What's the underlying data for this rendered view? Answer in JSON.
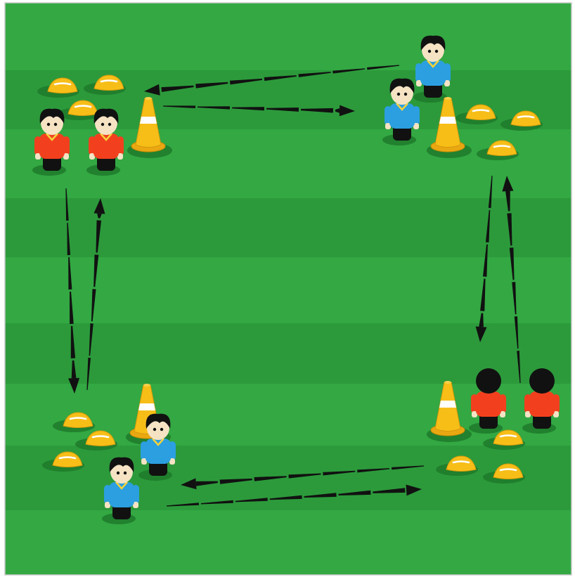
{
  "pitch": {
    "stripe_light": "#33a843",
    "stripe_dark": "#2c9a3b",
    "border": "#c9c9c9"
  },
  "colors": {
    "team_red": "#f2401e",
    "team_blue": "#2b9fe0",
    "cone": "#f7be18",
    "cone_stripe": "#ffffff",
    "arrow": "#111111",
    "hair": "#111111",
    "skin": "#f5e3c4"
  },
  "groups": [
    {
      "name": "top-left",
      "team": "red",
      "players": 2,
      "facing": "front",
      "tall_cones": 1,
      "disc_cones": 3
    },
    {
      "name": "top-right",
      "team": "blue",
      "players": 2,
      "facing": "front",
      "tall_cones": 1,
      "disc_cones": 3
    },
    {
      "name": "bottom-left",
      "team": "blue",
      "players": 2,
      "facing": "front",
      "tall_cones": 1,
      "disc_cones": 3
    },
    {
      "name": "bottom-right",
      "team": "red",
      "players": 2,
      "facing": "back",
      "tall_cones": 1,
      "disc_cones": 3
    }
  ],
  "passes": [
    {
      "name": "top-return-left",
      "from": "top-right",
      "to": "top-left"
    },
    {
      "name": "top-pass-right",
      "from": "top-left",
      "to": "top-right"
    },
    {
      "name": "left-pass-down",
      "from": "top-left",
      "to": "bottom-left"
    },
    {
      "name": "left-return-up",
      "from": "bottom-left",
      "to": "top-left"
    },
    {
      "name": "right-pass-down",
      "from": "top-right",
      "to": "bottom-right"
    },
    {
      "name": "right-return-up",
      "from": "bottom-right",
      "to": "top-right"
    },
    {
      "name": "bottom-return-left",
      "from": "bottom-right",
      "to": "bottom-left"
    },
    {
      "name": "bottom-pass-right",
      "from": "bottom-left",
      "to": "bottom-right"
    }
  ]
}
